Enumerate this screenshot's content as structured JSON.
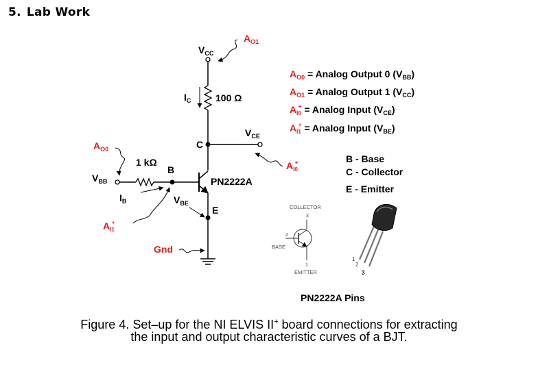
{
  "heading": {
    "number": "5.",
    "title": "Lab Work"
  },
  "labels": {
    "vcc": {
      "main": "V",
      "sub": "CC"
    },
    "ao1": {
      "main": "A",
      "sub": "O1"
    },
    "ic": {
      "main": "I",
      "sub": "C"
    },
    "r_collector": "100 Ω",
    "c_node": "C",
    "vce": {
      "main": "V",
      "sub": "CE"
    },
    "ai0": {
      "main": "A",
      "sub": "I0",
      "sup": "+"
    },
    "ao0": {
      "main": "A",
      "sub": "O0"
    },
    "r_base": "1 kΩ",
    "b_node": "B",
    "vbb": {
      "main": "V",
      "sub": "BB"
    },
    "transistor": "PN2222A",
    "ib": {
      "main": "I",
      "sub": "B"
    },
    "vbe": {
      "main": "V",
      "sub": "BE"
    },
    "e_node": "E",
    "ai1": {
      "main": "A",
      "sub": "I1",
      "sup": "+"
    },
    "gnd": "Gnd"
  },
  "legend": [
    {
      "main": "A",
      "sub": "O0",
      "sup": "",
      "text": " = Analog Output 0 (V",
      "tsub": "BB",
      "tail": ")"
    },
    {
      "main": "A",
      "sub": "O1",
      "sup": "",
      "text": " = Analog Output 1 (V",
      "tsub": "CC",
      "tail": ")"
    },
    {
      "main": "A",
      "sub": "I0",
      "sup": "+",
      "text": " = Analog Input (V",
      "tsub": "CE",
      "tail": ")"
    },
    {
      "main": "A",
      "sub": "I1",
      "sup": "+",
      "text": " = Analog Input (V",
      "tsub": "BE",
      "tail": ")"
    }
  ],
  "pins_legend": [
    "B - Base",
    "C - Collector",
    "E - Emitter"
  ],
  "pin_diagram": {
    "collector": "COLLECTOR",
    "base": "BASE",
    "emitter": "EMITTER",
    "pin1": "1",
    "pin2": "2",
    "pin3": "3"
  },
  "package_pins": {
    "p1": "1",
    "p2": "2",
    "p3": "3"
  },
  "pins_title": "PN2222A Pins",
  "caption": {
    "line1": "Figure 4. Set–up for the NI ELVIS II",
    "sup": "+",
    "line1_tail": " board connections for extracting",
    "line2": "the input and output characteristic curves of a BJT."
  },
  "colors": {
    "red_label": "#e0201a",
    "wire": "#000000"
  }
}
